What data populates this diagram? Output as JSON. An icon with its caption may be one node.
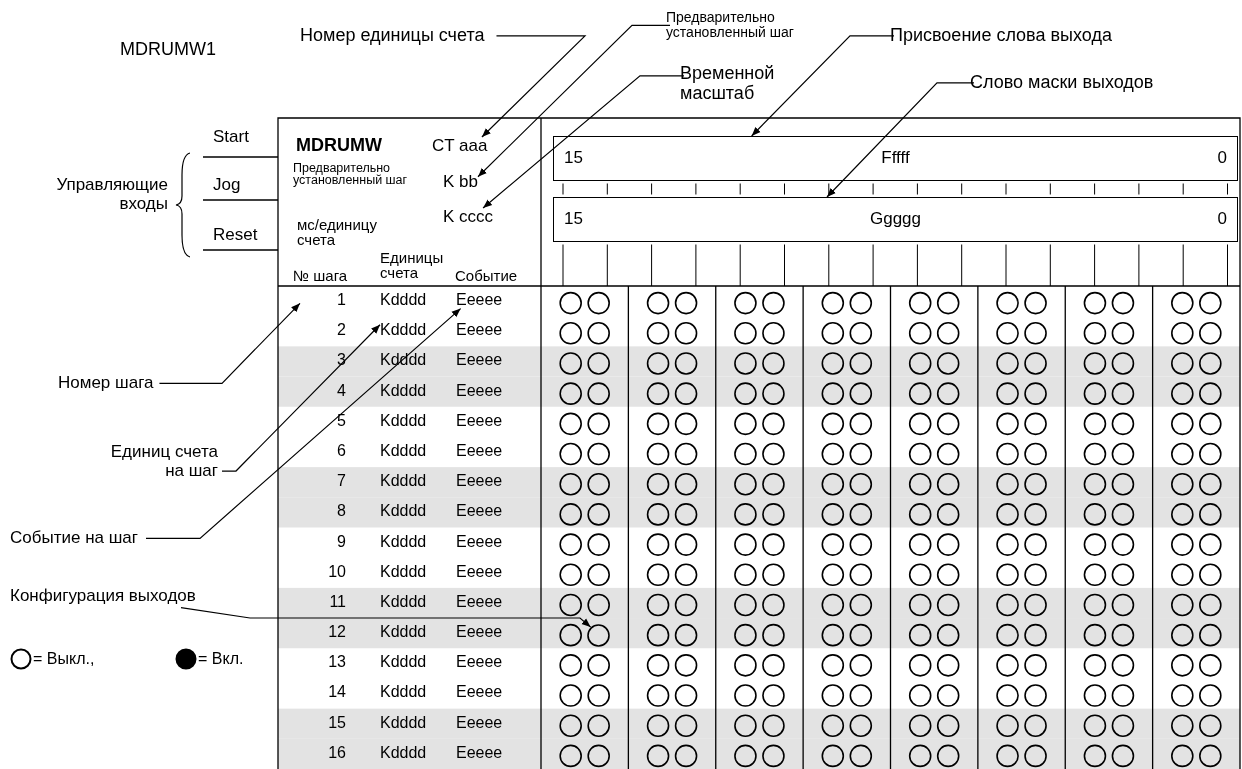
{
  "diagram": {
    "nodes": [
      {
        "text": [
          "Номер единицы счета"
        ]
      },
      {
        "text": [
          "Предварительно установленный шаг"
        ]
      },
      {
        "text": [
          "Временной масштаб"
        ]
      },
      {
        "text": [
          "Присвоение слова выхода"
        ]
      },
      {
        "text": [
          "Слово маски выходов"
        ]
      },
      {
        "text": [
          "CT aaa"
        ]
      },
      {
        "text": [
          "K bb"
        ]
      },
      {
        "text": [
          "K cccc"
        ]
      },
      {
        "text": [
          "15",
          "Fffff",
          "0"
        ]
      },
      {
        "text": [
          "15",
          "Ggggg",
          "0"
        ]
      },
      {
        "text": [
          "Номер шага"
        ]
      },
      {
        "text": [
          "Единиц счета на шаг"
        ]
      },
      {
        "text": [
          "Событие на шаг"
        ]
      },
      {
        "text": [
          "Конфигурация выходов"
        ]
      },
      {
        "text": [
          "1"
        ]
      },
      {
        "text": [
          "Kdddd"
        ]
      },
      {
        "text": [
          "Eeeee"
        ]
      },
      {
        "text": [],
        "shape": "circle"
      }
    ],
    "edges": [
      {
        "from": 0,
        "to": 5,
        "arrow": "to"
      },
      {
        "from": 1,
        "to": 6,
        "arrow": "to"
      },
      {
        "from": 2,
        "to": 7,
        "arrow": "to"
      },
      {
        "from": 3,
        "to": 8,
        "arrow": "to"
      },
      {
        "from": 4,
        "to": 9,
        "arrow": "to"
      },
      {
        "from": 10,
        "to": 14,
        "arrow": "to"
      },
      {
        "from": 11,
        "to": 15,
        "arrow": "to"
      },
      {
        "from": 12,
        "to": 16,
        "arrow": "to"
      },
      {
        "from": 13,
        "to": 17,
        "arrow": "to"
      }
    ],
    "labels": [
      "MDRUMW1",
      "Start",
      "Управляющие входы",
      "Jog",
      "Reset",
      "MDRUMW",
      "Предварительно установленный шаг",
      "мс/единицу счета",
      "№ шага",
      "Единицы счета",
      "Событие",
      "Kdddd",
      "2",
      "Eeeee",
      "3",
      "Kdddd",
      "Eeeee",
      "4",
      "Kdddd",
      "Eeeee",
      "5",
      "Kdddd",
      "Eeeee",
      "6",
      "Kdddd",
      "Eeeee",
      "7",
      "Kdddd",
      "Eeeee",
      "8",
      "Kdddd",
      "Eeeee",
      "9",
      "Kdddd",
      "Eeeee",
      "10",
      "Kdddd",
      "Eeeee",
      "11",
      "Kdddd",
      "Eeeee",
      "12",
      "Kdddd",
      "Eeeee",
      "13",
      "Kdddd",
      "Eeeee",
      "14",
      "Kdddd",
      "Eeeee",
      "15",
      "Kdddd",
      "Eeeee",
      "16",
      "Kdddd",
      "Eeeee"
    ],
    "legend": [
      {
        "text": "= Выкл.,"
      },
      {
        "text": "= Вкл."
      }
    ]
  }
}
